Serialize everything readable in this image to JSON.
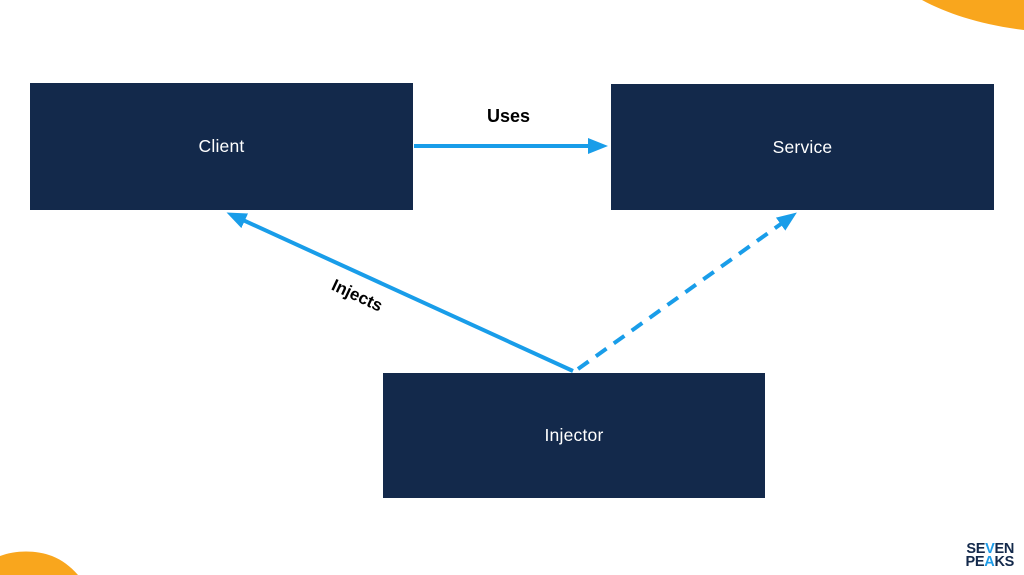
{
  "diagram": {
    "title_implied": "Dependency Injection relationship diagram",
    "nodes": [
      {
        "id": "client",
        "label": "Client"
      },
      {
        "id": "service",
        "label": "Service"
      },
      {
        "id": "injector",
        "label": "Injector"
      }
    ],
    "edges": [
      {
        "id": "uses",
        "from": "Client",
        "to": "Service",
        "label": "Uses",
        "style": "solid-arrow"
      },
      {
        "id": "injects",
        "from": "Injector",
        "to": "Client",
        "label": "Injects",
        "style": "solid-arrow"
      },
      {
        "id": "injector-to-service",
        "from": "Injector",
        "to": "Service",
        "label": "",
        "style": "dashed-arrow"
      }
    ]
  },
  "colors": {
    "node_background": "#13294B",
    "node_text": "#FFFFFF",
    "arrow_blue": "#199DE9",
    "edge_label_text": "#000000",
    "brand_orange": "#F9A61D",
    "logo_navy": "#13294B",
    "logo_blue": "#1E9CE9"
  },
  "branding": {
    "logo": {
      "line1_pre": "SE",
      "line1_accent": "V",
      "line1_post": "EN",
      "line2_pre": "PE",
      "line2_accent": "A",
      "line2_post": "KS"
    }
  }
}
